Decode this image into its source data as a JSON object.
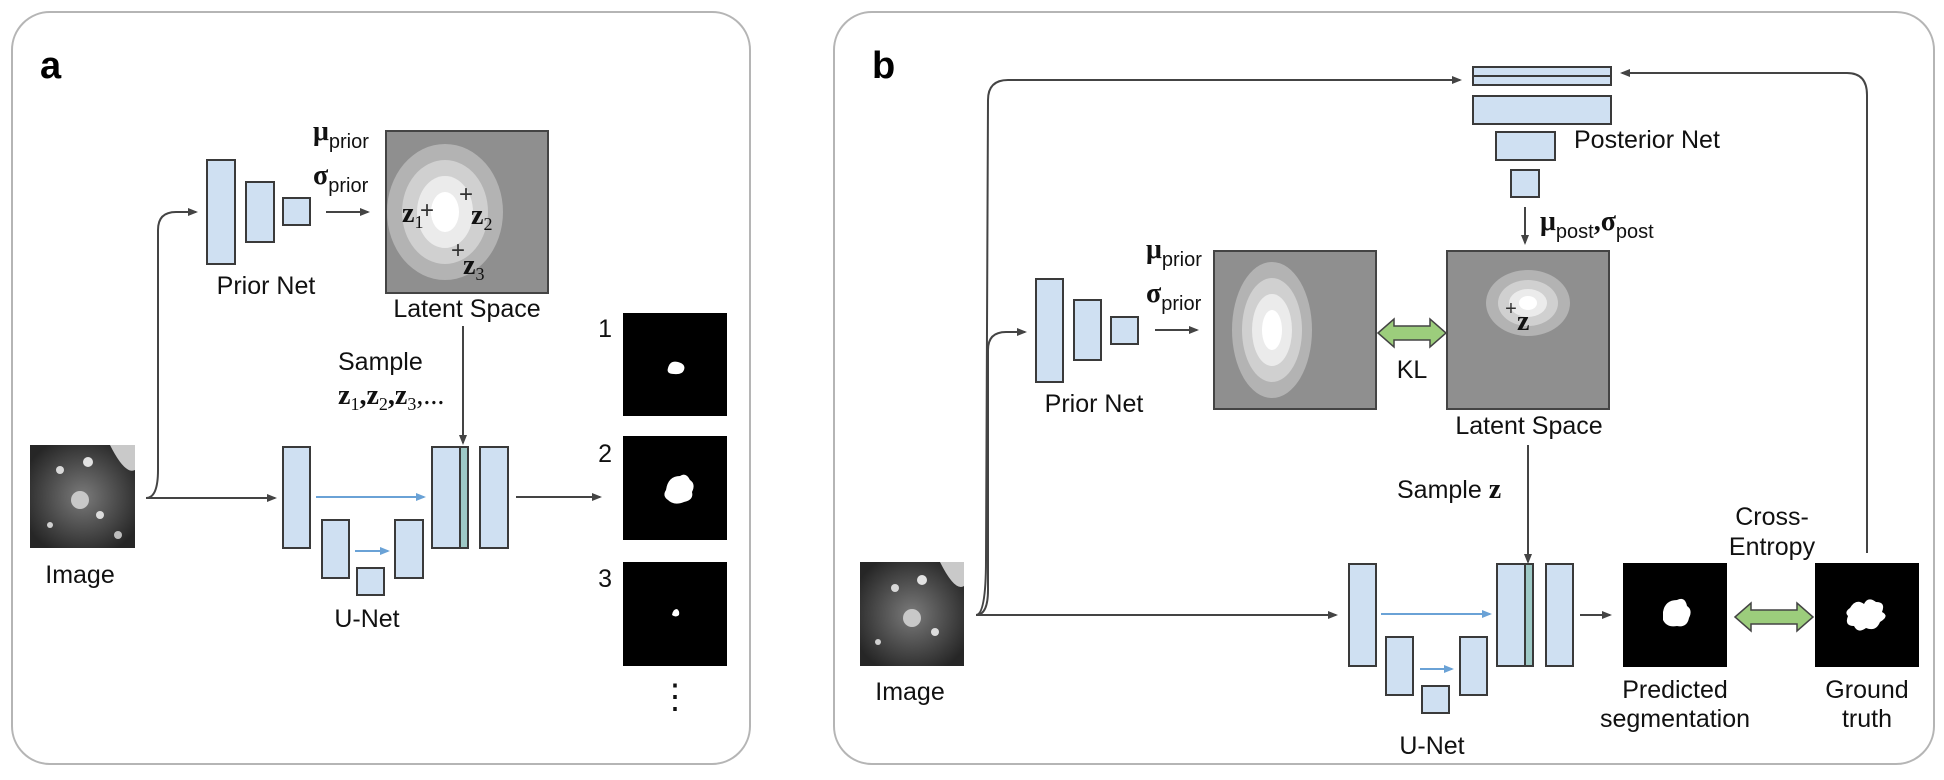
{
  "panel_a": {
    "letter": "a",
    "image_label": "Image",
    "prior_net_label": "Prior Net",
    "latent_space_label": "Latent Space",
    "mu": "μ",
    "sigma": "σ",
    "prior_sub": "prior",
    "sample_label": "Sample",
    "z": "z",
    "z1_sub": "1",
    "z2_sub": "2",
    "z3_sub": "3",
    "sample_seq_sep": ",",
    "sample_seq_end": ",...",
    "unet_label": "U-Net",
    "output_numbers": [
      "1",
      "2",
      "3"
    ],
    "ellipsis": "⋮"
  },
  "panel_b": {
    "letter": "b",
    "image_label": "Image",
    "prior_net_label": "Prior Net",
    "posterior_net_label": "Posterior Net",
    "latent_space_label": "Latent Space",
    "mu": "μ",
    "sigma": "σ",
    "prior_sub": "prior",
    "post_sub": "post",
    "post_sep": ",",
    "kl_label": "KL",
    "sample_label": "Sample",
    "z": "z",
    "cross_entropy_line1": "Cross-",
    "cross_entropy_line2": "Entropy",
    "unet_label": "U-Net",
    "predicted_line1": "Predicted",
    "predicted_line2": "segmentation",
    "ground_line1": "Ground",
    "ground_line2": "truth"
  },
  "colors": {
    "block_fill": "#cfe0f2",
    "block_stroke": "#3a3a3a",
    "latent_bg": "#8f8f8f",
    "skip_arrow": "#6aa2d6",
    "kl_arrow": "#9ccd7c",
    "concat_block": "#9ec9c6"
  }
}
